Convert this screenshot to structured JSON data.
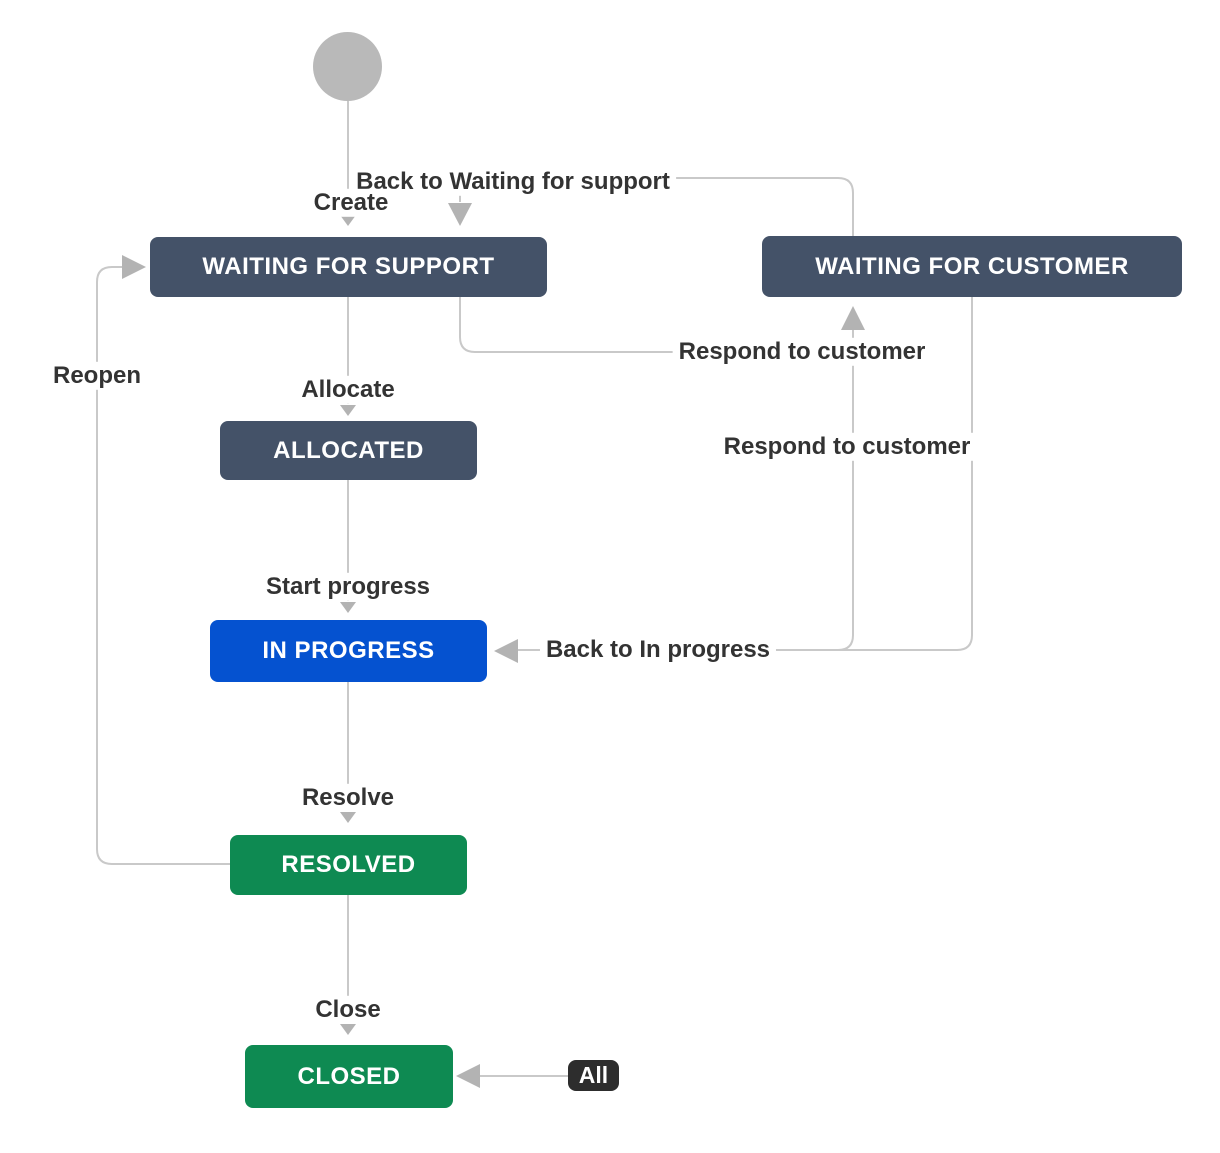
{
  "diagram": {
    "start_node": {
      "label": ""
    },
    "statuses": {
      "waiting_for_support": {
        "label": "WAITING FOR SUPPORT",
        "color": "#445268"
      },
      "waiting_for_customer": {
        "label": "WAITING FOR CUSTOMER",
        "color": "#445268"
      },
      "allocated": {
        "label": "ALLOCATED",
        "color": "#445268"
      },
      "in_progress": {
        "label": "IN PROGRESS",
        "color": "#0552D0"
      },
      "resolved": {
        "label": "RESOLVED",
        "color": "#0E8A52"
      },
      "closed": {
        "label": "CLOSED",
        "color": "#0E8A52"
      }
    },
    "transitions": {
      "create": {
        "label": "Create"
      },
      "back_to_waiting_for_support": {
        "label": "Back to Waiting for support"
      },
      "allocate": {
        "label": "Allocate"
      },
      "start_progress": {
        "label": "Start progress"
      },
      "respond_to_customer_upper": {
        "label": "Respond to customer"
      },
      "respond_to_customer_lower": {
        "label": "Respond to customer"
      },
      "back_to_in_progress": {
        "label": "Back to In progress"
      },
      "resolve": {
        "label": "Resolve"
      },
      "reopen": {
        "label": "Reopen"
      },
      "close": {
        "label": "Close"
      },
      "all": {
        "label": "All"
      }
    },
    "colors": {
      "status_default": "#445268",
      "status_in_progress": "#0552D0",
      "status_done": "#0E8A52",
      "all_badge_bg": "#2D2D2D",
      "connector_line": "#C9C9C9",
      "arrowhead": "#B3B3B3",
      "label_text": "#333333",
      "start_node_fill": "#B9B9B9",
      "status_text": "#FFFFFF"
    }
  }
}
